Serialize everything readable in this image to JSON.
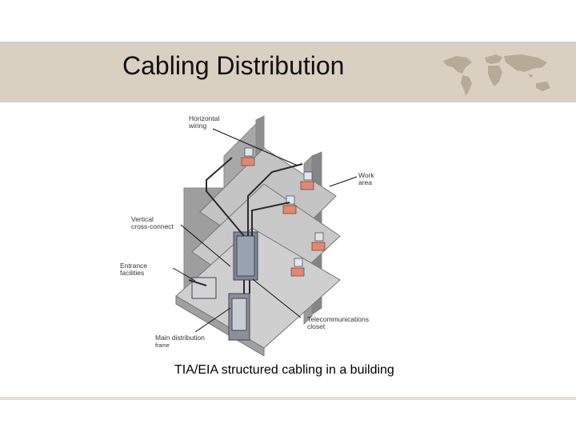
{
  "slide": {
    "title": "Cabling Distribution",
    "caption": "TIA/EIA structured cabling in a building"
  },
  "labels": {
    "horizontal_wiring": "Horizontal\nwiring",
    "work_area": "Work\narea",
    "vertical_cross_connect": "Vertical\ncross-connect",
    "entrance_facilities": "Entrance\nfacilities",
    "telecom_closet": "Telecommunications\ncloset",
    "main_distribution": "Main distribution",
    "main_distribution_sub": "frame"
  },
  "icons": {
    "logo": "world-map-icon"
  },
  "colors": {
    "band": "#d9d0c2",
    "map": "#b7aa96",
    "cable": "#2b2b2b",
    "desk": "#e8866a"
  }
}
